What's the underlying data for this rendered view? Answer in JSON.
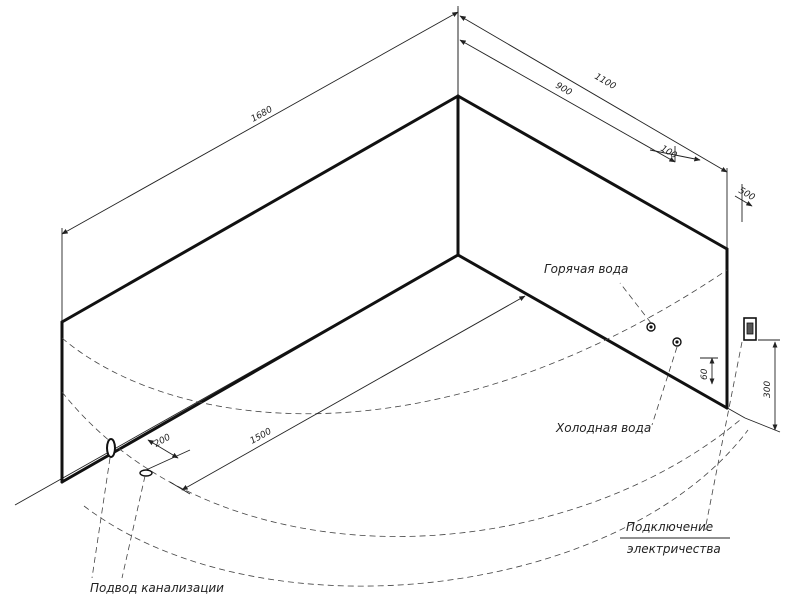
{
  "dimensions": {
    "left_wall_length": "1680",
    "right_total": "1100",
    "right_inner": "900",
    "right_small": "100",
    "right_end": "500",
    "drain_offset": "200",
    "drain_distance": "1500",
    "cold_height": "60",
    "socket_height": "300"
  },
  "labels": {
    "hot_water": "Горячая вода",
    "cold_water": "Холодная вода",
    "sewer": "Подвод канализации",
    "electric_line1": "Подключение",
    "electric_line2": "электричества"
  },
  "colors": {
    "line": "#111111",
    "background": "#ffffff"
  }
}
